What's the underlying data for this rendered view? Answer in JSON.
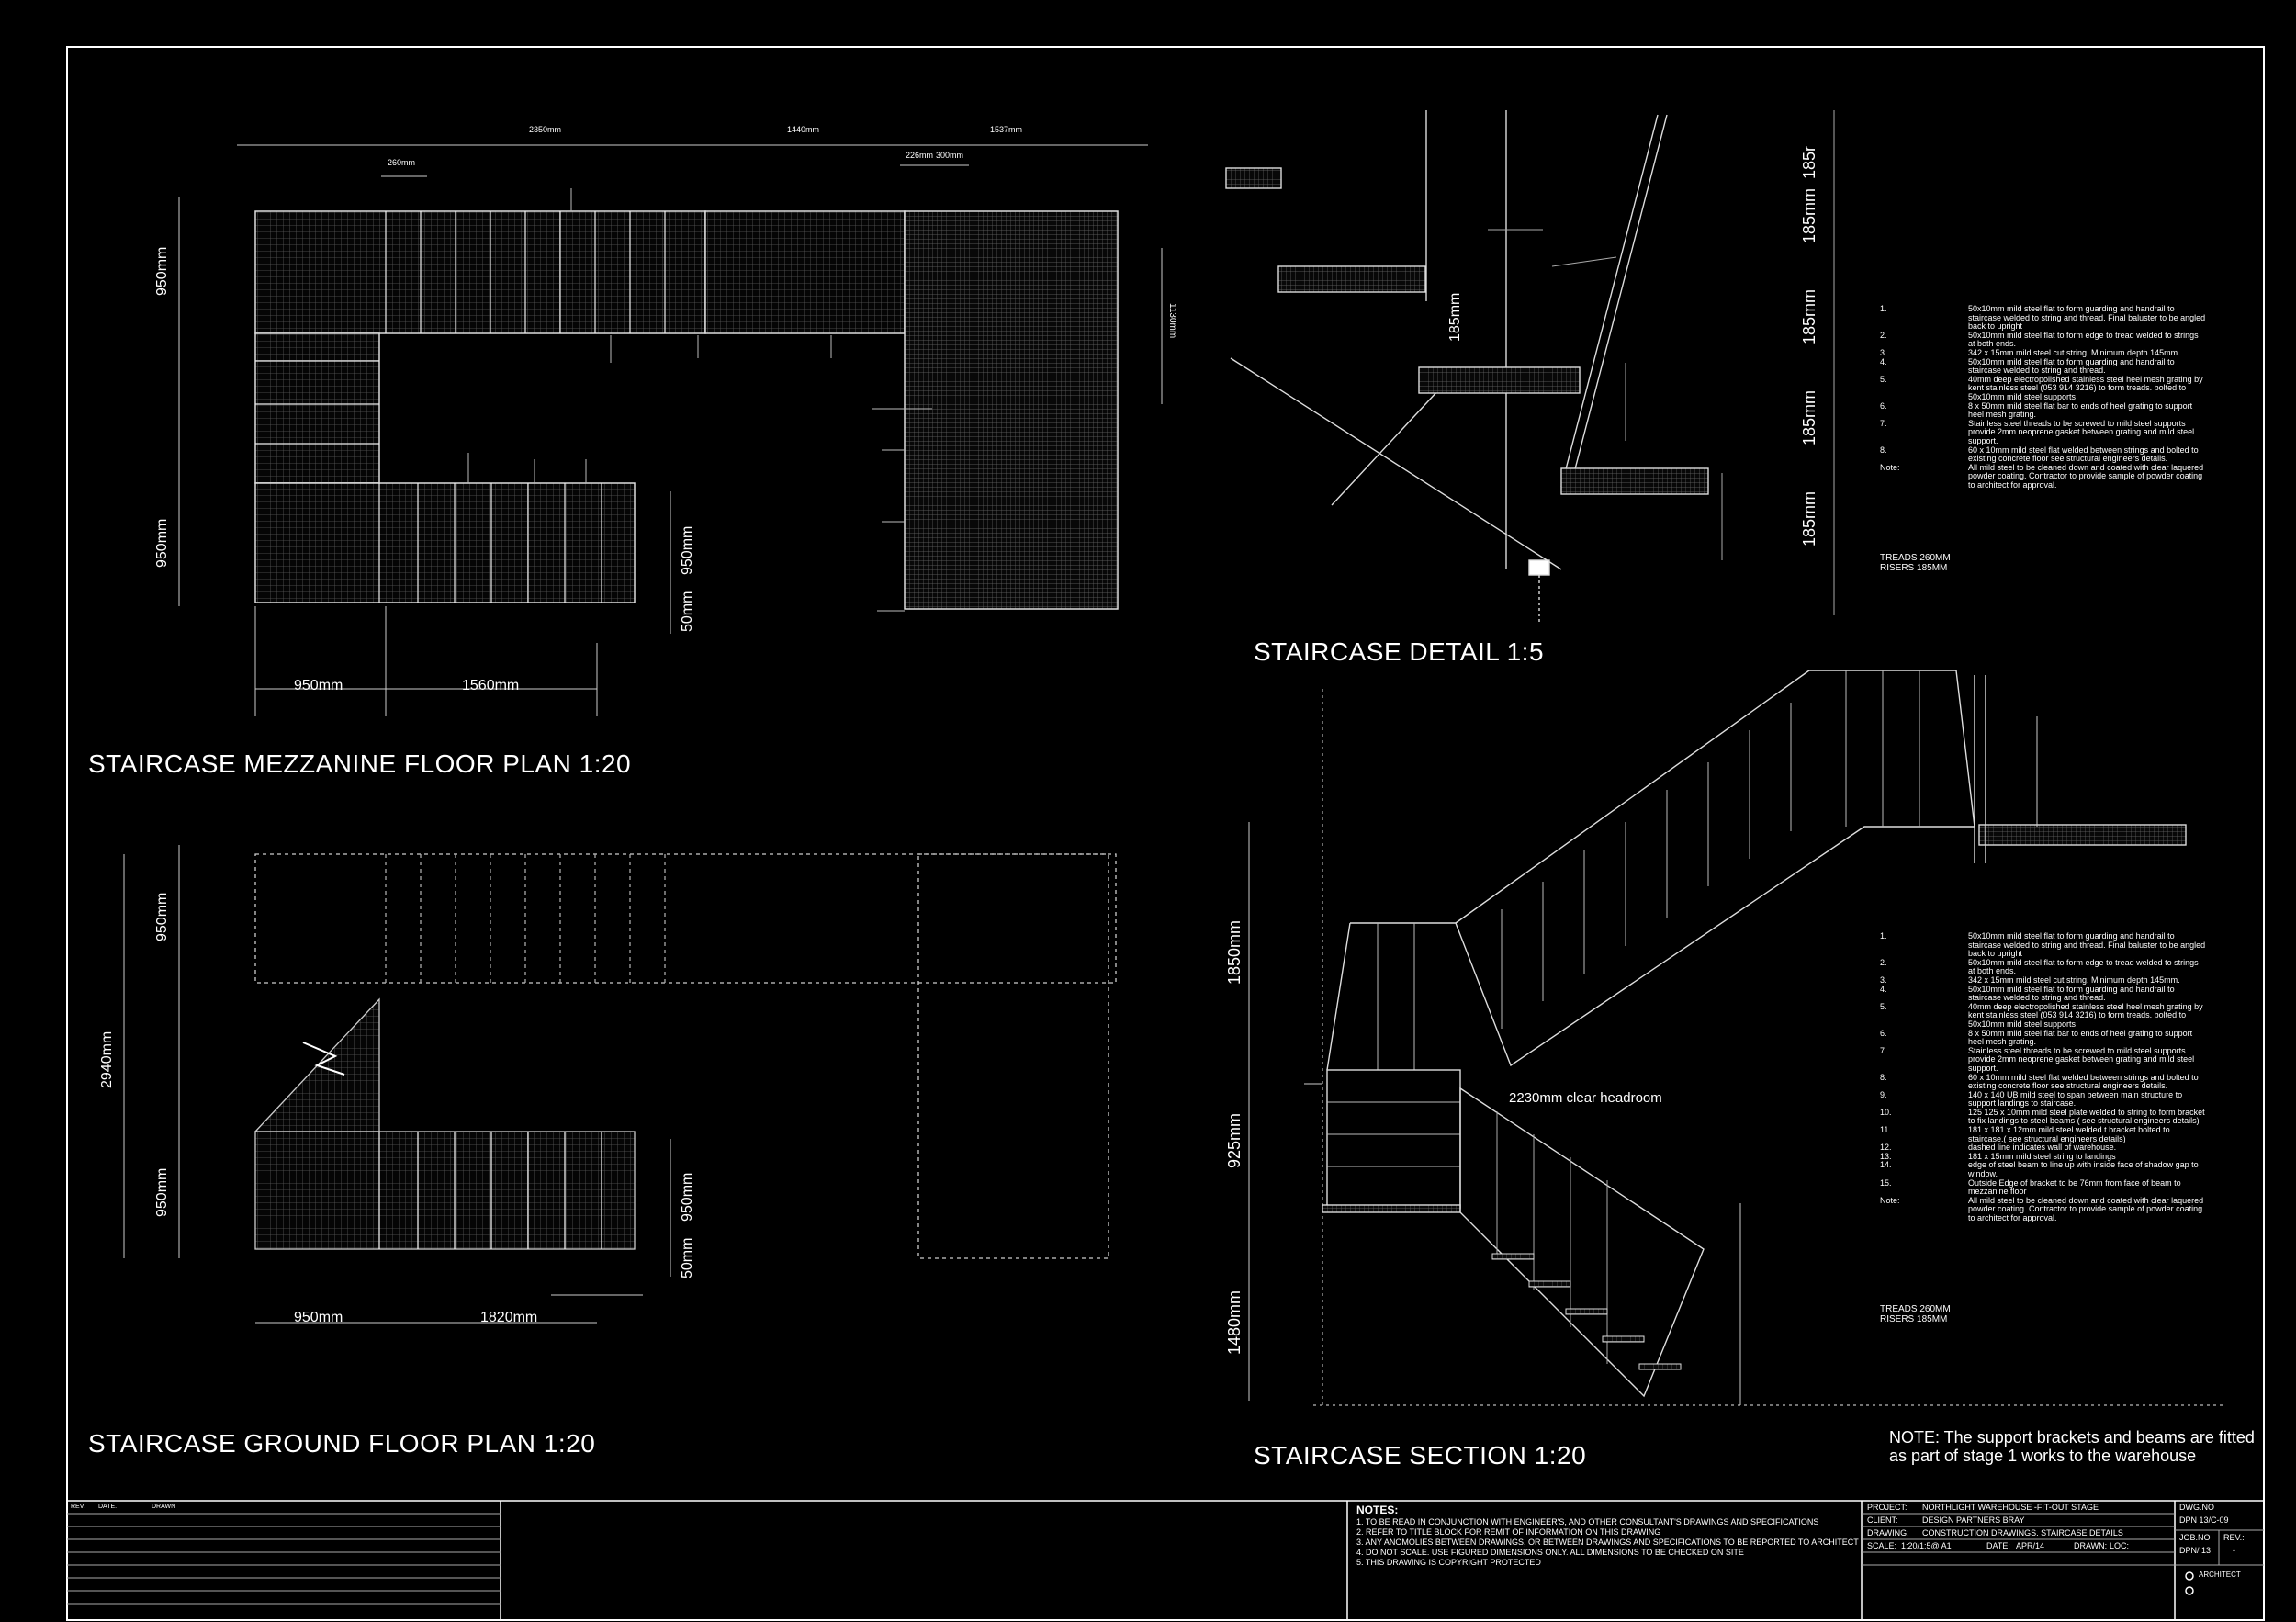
{
  "titles": {
    "mezz_plan": "STAIRCASE MEZZANINE FLOOR PLAN 1:20",
    "detail": "STAIRCASE DETAIL 1:5",
    "ground_plan": "STAIRCASE GROUND FLOOR PLAN 1:20",
    "section": "STAIRCASE SECTION 1:20"
  },
  "support_note": "NOTE: The support brackets and beams are fitted as part of stage 1 works to the warehouse",
  "dims": {
    "d950": "950mm",
    "d1560": "1560mm",
    "d1820": "1820mm",
    "d50": "50mm",
    "d2940": "2940mm",
    "d1850": "1850mm",
    "d925": "925mm",
    "d1480": "1480mm",
    "d185": "185mm",
    "d185r": "185r",
    "d2350": "2350mm",
    "d1440": "1440mm",
    "d1537": "1537mm",
    "d260": "260mm",
    "d226": "226mm",
    "d300": "300mm",
    "d1130": "1130mm",
    "headroom": "2230mm clear headroom"
  },
  "spec_detail": [
    {
      "n": "1.",
      "t": "50x10mm mild steel flat to form guarding and handrail to staircase welded to string and thread. Final baluster to be angled back to upright"
    },
    {
      "n": "2.",
      "t": "50x10mm mild steel flat to form edge to tread welded to strings at both ends."
    },
    {
      "n": "3.",
      "t": "342 x 15mm mild steel cut string. Minimum depth 145mm."
    },
    {
      "n": "4.",
      "t": "50x10mm mild steel flat to form guarding and handrail to staircase welded to string and thread."
    },
    {
      "n": "5.",
      "t": "40mm deep electropolished stainless steel heel mesh grating by kent stainless steel (053 914 3216) to form treads. bolted to 50x10mm mild steel supports"
    },
    {
      "n": "6.",
      "t": "8 x 50mm mild steel flat bar to ends of heel grating to support heel mesh grating."
    },
    {
      "n": "7.",
      "t": "Stainless steel threads to be screwed to mild steel supports provide 2mm neoprene gasket between grating and mild steel support."
    },
    {
      "n": "8.",
      "t": "60 x 10mm mild steel flat welded between strings and bolted to existing concrete floor see structural engineers details."
    },
    {
      "n": "Note:",
      "t": "All mild steel to be cleaned down and coated with clear laquered powder coating. Contractor to provide sample of powder coating to architect for approval."
    }
  ],
  "spec_section": [
    {
      "n": "1.",
      "t": "50x10mm mild steel flat to form guarding and handrail to staircase welded to string and thread. Final baluster to be angled back to upright"
    },
    {
      "n": "2.",
      "t": "50x10mm mild steel flat to form edge to tread welded to strings at both ends."
    },
    {
      "n": "3.",
      "t": "342 x 15mm mild steel cut string. Minimum depth 145mm."
    },
    {
      "n": "4.",
      "t": "50x10mm mild steel flat to form guarding and handrail to staircase welded to string and thread."
    },
    {
      "n": "5.",
      "t": "40mm deep electropolished stainless steel heel mesh grating by kent stainless steel (053 914 3216) to form treads. bolted to 50x10mm mild steel supports"
    },
    {
      "n": "6.",
      "t": "8 x 50mm mild steel flat bar to ends of heel grating to support heel mesh grating."
    },
    {
      "n": "7.",
      "t": "Stainless steel threads to be screwed to mild steel supports provide 2mm neoprene gasket between grating and mild steel support."
    },
    {
      "n": "8.",
      "t": "60 x 10mm mild steel flat welded between strings and bolted to existing concrete floor see structural engineers details."
    },
    {
      "n": "9.",
      "t": "140 x 140 UB mild steel to span between main structure to support landings to staircase."
    },
    {
      "n": "10.",
      "t": "125 125 x 10mm mild steel plate welded to string to form bracket to fix landings to steel beams ( see structural engineers details)"
    },
    {
      "n": "11.",
      "t": "181 x 181 x 12mm mild steel welded t bracket bolted to staircase.( see structural engineers details)"
    },
    {
      "n": "12.",
      "t": "dashed line indicates wall of warehouse."
    },
    {
      "n": "13.",
      "t": "181 x 15mm mild steel string to landings"
    },
    {
      "n": "14.",
      "t": "edge of steel beam to line up with inside face of shadow gap to window."
    },
    {
      "n": "15.",
      "t": "Outside Edge of bracket to be 76mm from face of beam to mezzanine floor"
    },
    {
      "n": "Note:",
      "t": "All mild steel to be cleaned down and coated with clear laquered powder coating. Contractor to provide sample of powder coating to architect for approval."
    }
  ],
  "treads_risers": [
    "TREADS 260MM",
    "RISERS 185MM"
  ],
  "title_block": {
    "rev_headers": [
      "REV.",
      "DATE.",
      "DRAWN"
    ],
    "notes_title": "NOTES:",
    "notes": [
      "1.   TO BE READ IN CONJUNCTION WITH ENGINEER'S, AND OTHER CONSULTANT'S DRAWINGS AND SPECIFICATIONS",
      "2.   REFER TO TITLE BLOCK FOR REMIT OF INFORMATION ON THIS DRAWING",
      "3.   ANY ANOMOLIES BETWEEN DRAWINGS, OR BETWEEN DRAWINGS AND SPECIFICATIONS TO BE REPORTED TO ARCHITECT",
      "4.   DO NOT SCALE. USE FIGURED DIMENSIONS ONLY. ALL DIMENSIONS TO BE CHECKED ON SITE",
      "5.   THIS DRAWING IS COPYRIGHT PROTECTED"
    ],
    "project_label": "PROJECT:",
    "project": "NORTHLIGHT WAREHOUSE -FIT-OUT STAGE",
    "client_label": "CLIENT:",
    "client": "DESIGN PARTNERS BRAY",
    "drawing_label": "DRAWING:",
    "drawing": "CONSTRUCTION DRAWINGS. STAIRCASE DETAILS",
    "scale_label": "SCALE:",
    "scale": "1:20/1:5@ A1",
    "date_label": "DATE:",
    "date": "APR/14",
    "drawn_label": "DRAWN:",
    "drawn": "LOC:",
    "dwg_label": "DWG.NO",
    "dwg": "DPN 13/C-09",
    "job_label": "JOB.NO",
    "job": "DPN/ 13",
    "rev_label": "REV.:",
    "rev": "-",
    "architect": "ARCHITECT"
  }
}
